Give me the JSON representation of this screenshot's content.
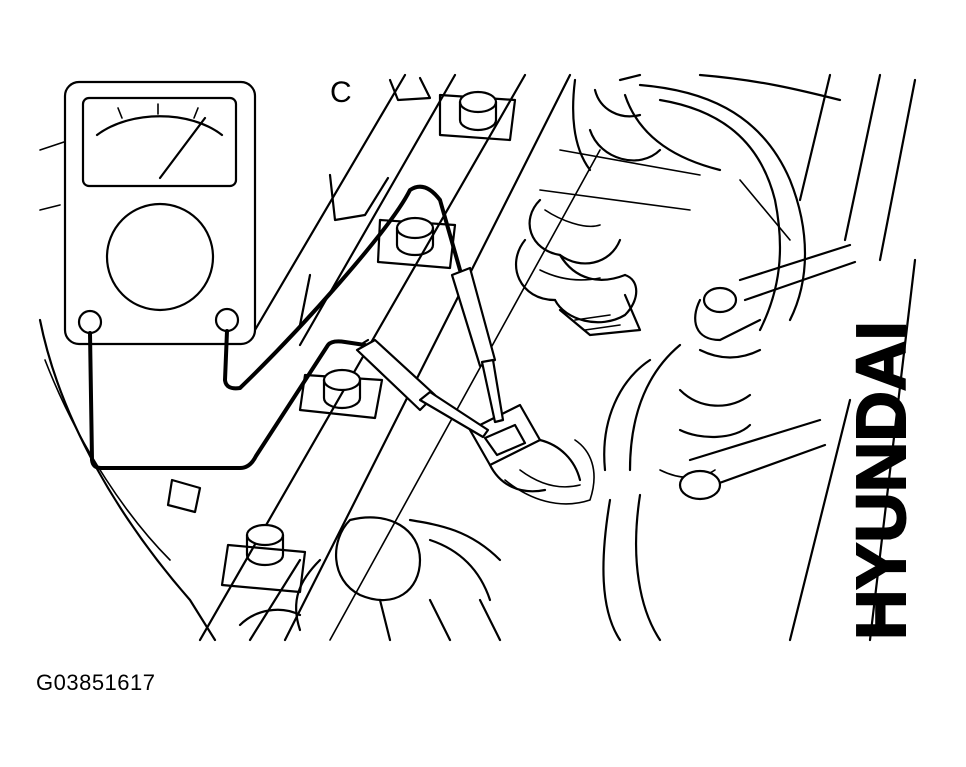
{
  "figure_code": "G03851617",
  "engine_mark": "HYUNDAI",
  "corner_letter": "C"
}
